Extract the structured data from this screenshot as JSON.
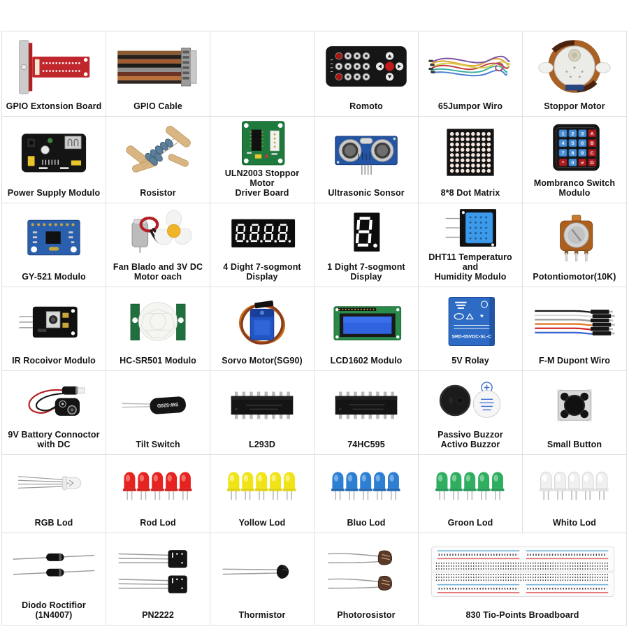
{
  "page": {
    "background": "#ffffff",
    "grid_line_color": "#dedede",
    "label_color": "#141414"
  },
  "items": [
    {
      "id": "gpio-extension-board",
      "label": "GPIO Extonsion Board"
    },
    {
      "id": "gpio-cable",
      "label": "GPIO Cable"
    },
    {
      "id": "remote",
      "label": "Romoto"
    },
    {
      "id": "jumper-wire",
      "label": "65Jumpor Wiro"
    },
    {
      "id": "stepper-motor",
      "label": "Stoppor Motor"
    },
    {
      "id": "power-supply-module",
      "label": "Power Supply Modulo"
    },
    {
      "id": "resistor",
      "label": "Rosistor"
    },
    {
      "id": "uln2003-driver-board",
      "label": "ULN2003 Stoppor Motor\nDriver Board"
    },
    {
      "id": "ultrasonic-sensor",
      "label": "Ultrasonic Sonsor"
    },
    {
      "id": "dot-matrix",
      "label": "8*8 Dot Matrix"
    },
    {
      "id": "membrane-switch-module",
      "label": "Mombranco Switch\nModulo"
    },
    {
      "id": "gy521-module",
      "label": "GY-521 Modulo"
    },
    {
      "id": "fan-blade-motor",
      "label": "Fan Blado and 3V DC\nMotor oach"
    },
    {
      "id": "seg4-display",
      "label": "4 Dight 7-sogmont\nDisplay"
    },
    {
      "id": "seg1-display",
      "label": "1 Dight 7-sogmont\nDisplay"
    },
    {
      "id": "dht11-module",
      "label": "DHT11 Temperaturo and\nHumidity Modulo"
    },
    {
      "id": "potentiometer",
      "label": "Potontiomotor(10K)"
    },
    {
      "id": "ir-receiver-module",
      "label": "IR Rocoivor Modulo"
    },
    {
      "id": "hc-sr501-module",
      "label": "HC-SR501 Modulo"
    },
    {
      "id": "servo-motor",
      "label": "Sorvo Motor(SG90)"
    },
    {
      "id": "lcd1602-module",
      "label": "LCD1602 Modulo"
    },
    {
      "id": "relay-5v",
      "label": "5V Rolay"
    },
    {
      "id": "dupont-wire",
      "label": "F-M Dupont Wiro"
    },
    {
      "id": "battery-connector",
      "label": "9V Battory Connoctor\nwith DC"
    },
    {
      "id": "tilt-switch",
      "label": "Tilt Switch"
    },
    {
      "id": "l293d",
      "label": "L293D"
    },
    {
      "id": "74hc595",
      "label": "74HC595"
    },
    {
      "id": "buzzers",
      "label": "Passivo Buzzor\nActivo Buzzor"
    },
    {
      "id": "small-button",
      "label": "Small Button"
    },
    {
      "id": "rgb-led",
      "label": "RGB Lod"
    },
    {
      "id": "red-led",
      "label": "Rod Lod"
    },
    {
      "id": "yellow-led",
      "label": "Yollow Lod"
    },
    {
      "id": "blue-led",
      "label": "Bluo Lod"
    },
    {
      "id": "green-led",
      "label": "Groon Lod"
    },
    {
      "id": "white-led",
      "label": "Whito Lod"
    },
    {
      "id": "diode-rectifier",
      "label": "Diodo Roctifior\n(1N4007)"
    },
    {
      "id": "pn2222",
      "label": "PN2222"
    },
    {
      "id": "thermistor",
      "label": "Thormistor"
    },
    {
      "id": "photoresistor",
      "label": "Photorosistor"
    },
    {
      "id": "breadboard",
      "label": "830 Tio-Points Broadboard"
    }
  ],
  "keypad": {
    "keys": [
      "1",
      "2",
      "3",
      "A",
      "4",
      "5",
      "6",
      "B",
      "7",
      "8",
      "9",
      "C",
      "*",
      "0",
      "#",
      "D"
    ],
    "blue_key_color": "#4a8fd4",
    "red_key_color": "#b01d20"
  },
  "relay": {
    "text": "SRD-05VDC-SL-C"
  },
  "tilt": {
    "text": "SW-520D"
  },
  "seg4_display": {
    "value": "8.8.8.8."
  },
  "seg1_display": {
    "value": "8."
  },
  "colors": {
    "red_led": "#e62320",
    "yellow_led": "#f0e416",
    "blue_led": "#2d7fd4",
    "green_led": "#2fae5f",
    "white_led": "#f0f0f0",
    "pcb_blue": "#2455a4",
    "pcb_green": "#1f7a3d",
    "relay_blue": "#2d6bc4"
  }
}
